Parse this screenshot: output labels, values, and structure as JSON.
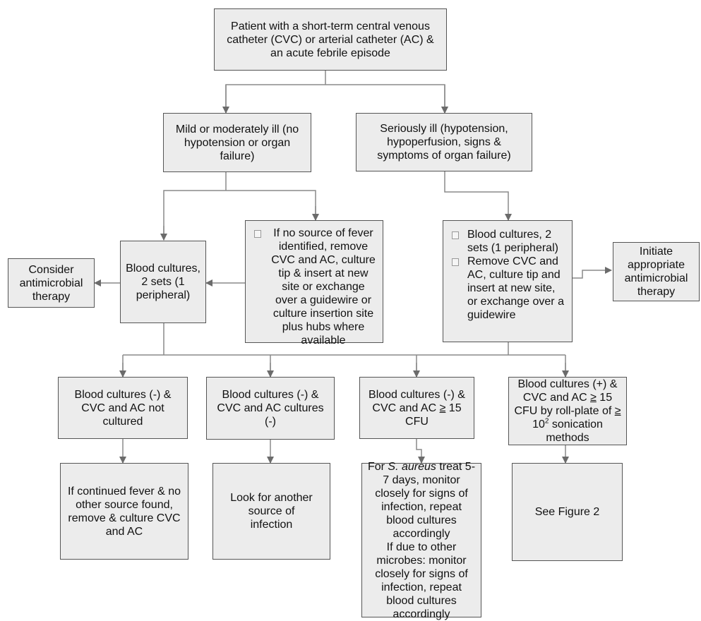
{
  "boxes": {
    "patient": "Patient with a short-term central venous catheter (CVC) or arterial catheter (AC) & an acute febrile episode",
    "mild": "Mild or moderately ill (no hypotension or organ failure)",
    "serious": "Seriously ill  (hypotension, hypoperfusion, signs & symptoms of organ failure)",
    "no_source": "If no source of fever identified, remove CVC and AC, culture tip & insert at new site or exchange over a guidewire or culture insertion site plus hubs where available",
    "blood_mild": "Blood cultures, 2 sets (1 peripheral)",
    "consider": "Consider antimicrobial therapy",
    "serious_bullets": [
      "Blood cultures, 2 sets (1 peripheral)",
      "Remove CVC and AC, culture tip and insert at new site, or exchange over a guidewire"
    ],
    "initiate": "Initiate appropriate antimicrobial therapy",
    "bc_neg_not_cultured": "Blood cultures (-) & CVC and AC not cultured",
    "bc_neg_cvc_neg": "Blood cultures (-) & CVC and AC cultures (-)",
    "bc_neg_15": {
      "pre": "Blood cultures (-) & CVC and AC ",
      "ge": "≥",
      "post": " 15 CFU"
    },
    "bc_pos": {
      "l1": "Blood cultures (+) &",
      "l2_pre": "CVC and AC ",
      "l2_ge": "≥",
      "l2_post": " 15",
      "l3_pre": "CFU by roll-plate of ",
      "l3_ge": "≥",
      "l4_base": "10",
      "l4_sup": "2",
      "l4_post": " sonication methods"
    },
    "continued_fever": "If continued fever & no other source found, remove & culture CVC and AC",
    "another_source": "Look for another source of infection",
    "saureus": {
      "pre": "For ",
      "italic": "S. aureus",
      "post": " treat 5-7 days, monitor closely for signs of infection, repeat blood cultures accordingly",
      "other": "If due to other microbes: monitor closely for signs of infection, repeat blood cultures accordingly"
    },
    "see_figure": "See Figure 2"
  },
  "colors": {
    "box_fill": "#ececec",
    "border": "#555555",
    "line": "#8a8a8a",
    "arrow": "#6b6b6b"
  }
}
